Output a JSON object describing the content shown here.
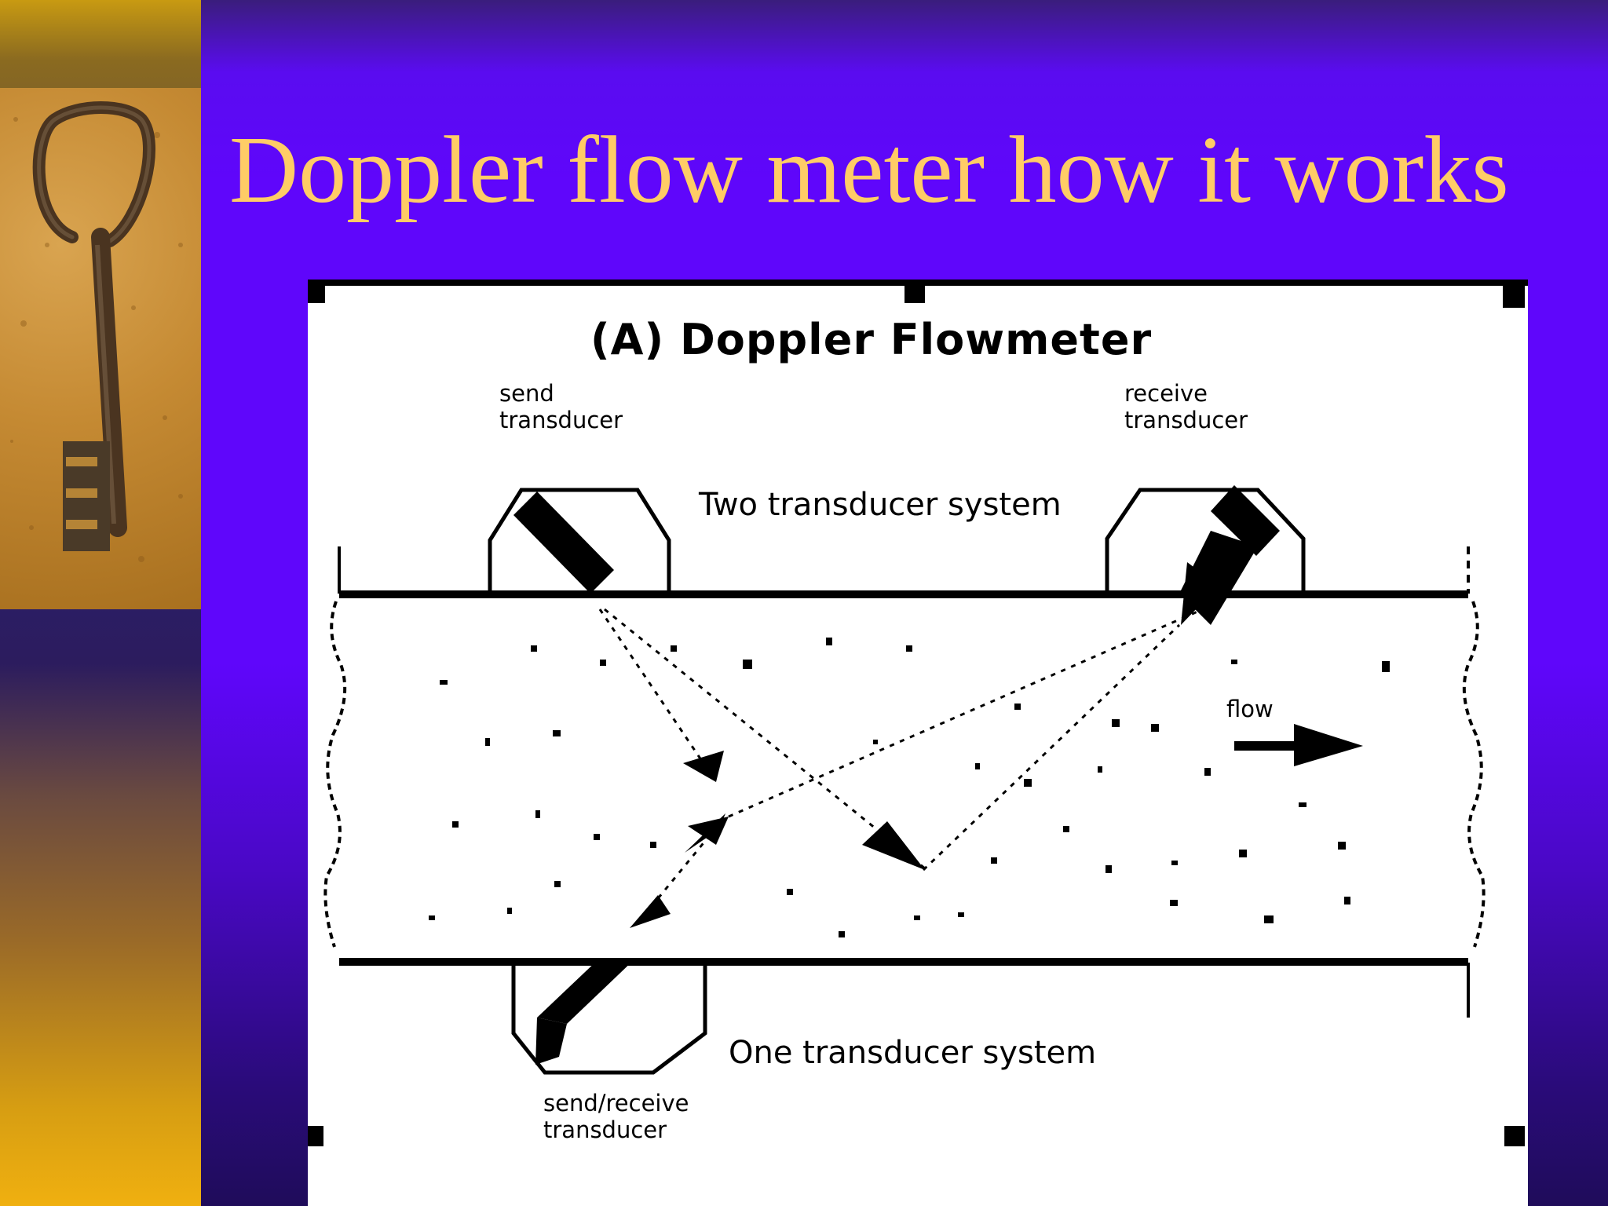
{
  "slide": {
    "title": "Doppler flow meter how it works"
  },
  "diagram": {
    "title": "(A) Doppler Flowmeter",
    "send_transducer_label": [
      "send",
      "transducer"
    ],
    "receive_transducer_label": [
      "receive",
      "transducer"
    ],
    "two_transducer_label": "Two transducer system",
    "one_transducer_label": "One transducer system",
    "send_receive_label": [
      "send/receive",
      "transducer"
    ],
    "flow_label": "flow"
  }
}
